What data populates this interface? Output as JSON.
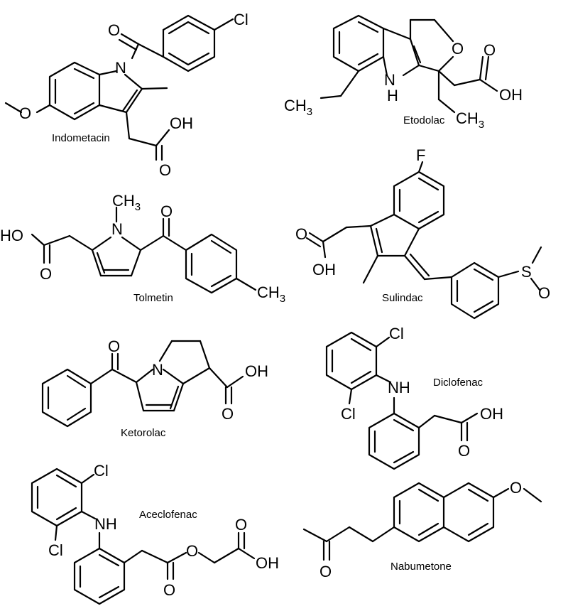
{
  "labels": {
    "indomethacin": "Indometacin",
    "etodolac": "Etodolac",
    "tolmetin": "Tolmetin",
    "sulindac": "Sulindac",
    "ketorolac": "Ketorolac",
    "diclofenac": "Diclofenac",
    "aceclofenac": "Aceclofenac",
    "nabumetone": "Nabumetone"
  },
  "atoms": {
    "cl": "Cl",
    "n": "N",
    "o": "O",
    "oh": "OH",
    "ho": "HO",
    "ch": "CH",
    "three": "3",
    "f": "F",
    "s": "S",
    "nh": "NH",
    "h": "H"
  }
}
